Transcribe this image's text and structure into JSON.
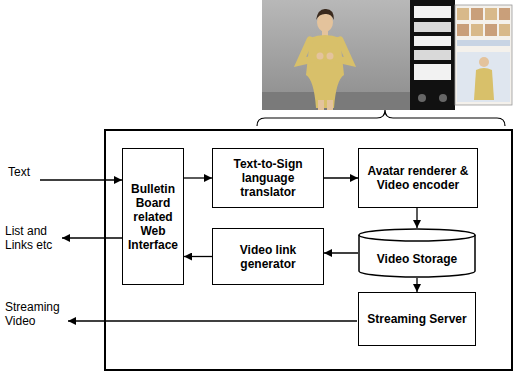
{
  "diagram": {
    "nodes": [
      {
        "text": [
          "Bulletin Board related Web Interface"
        ]
      },
      {
        "text": [
          "Text-to-Sign language translator"
        ]
      },
      {
        "text": [
          "Avatar renderer & Video encoder"
        ]
      },
      {
        "text": [
          "Video link generator"
        ]
      },
      {
        "text": [
          "Video Storage"
        ]
      },
      {
        "text": [
          "Streaming Server"
        ]
      }
    ],
    "edges": [
      {
        "from": 0,
        "to": 1,
        "arrow": "to"
      },
      {
        "from": 1,
        "to": 2,
        "arrow": "to"
      },
      {
        "from": 2,
        "to": 4,
        "arrow": "to"
      },
      {
        "from": 4,
        "to": 3,
        "arrow": "to"
      },
      {
        "from": 3,
        "to": 0,
        "arrow": "to"
      },
      {
        "from": 4,
        "to": 5,
        "arrow": "to"
      }
    ],
    "labels": [
      "Text",
      "List and Links etc",
      "Streaming Video"
    ]
  }
}
